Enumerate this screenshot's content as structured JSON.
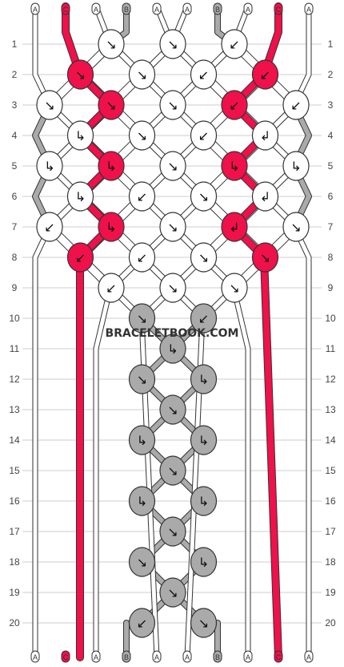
{
  "watermark": "BRACELETBOOK.COM",
  "colors": {
    "A": "#ffffff",
    "B": "#aaaaaa",
    "C": "#f0104a",
    "outline": "#333333",
    "grid": "#cccccc"
  },
  "strands_top": [
    "A",
    "C",
    "A",
    "B",
    "A",
    "A",
    "B",
    "A",
    "C",
    "A"
  ],
  "strands_bottom": [
    "A",
    "C",
    "A",
    "B",
    "A",
    "A",
    "B",
    "A",
    "C",
    "A"
  ],
  "row_numbers": [
    "1",
    "2",
    "3",
    "4",
    "5",
    "6",
    "7",
    "8",
    "9",
    "10",
    "11",
    "12",
    "13",
    "14",
    "15",
    "16",
    "17",
    "18",
    "19",
    "20"
  ],
  "knot_rows": [
    [
      {
        "c": "A",
        "d": "↘"
      },
      {
        "c": "A",
        "d": "↘"
      },
      {
        "c": "A",
        "d": "↙"
      }
    ],
    [
      {
        "c": "C",
        "d": "↘"
      },
      {
        "c": "A",
        "d": "↘"
      },
      {
        "c": "A",
        "d": "↙"
      },
      {
        "c": "C",
        "d": "↙"
      }
    ],
    [
      {
        "c": "A",
        "d": "↘"
      },
      {
        "c": "C",
        "d": "↘"
      },
      {
        "c": "A",
        "d": "↘"
      },
      {
        "c": "C",
        "d": "↙"
      },
      {
        "c": "A",
        "d": "↙"
      }
    ],
    [
      {
        "c": "A",
        "d": "↳"
      },
      {
        "c": "A",
        "d": "↘"
      },
      {
        "c": "A",
        "d": "↙"
      },
      {
        "c": "A",
        "d": "↲"
      }
    ],
    [
      {
        "c": "A",
        "d": "↳"
      },
      {
        "c": "C",
        "d": "↳"
      },
      {
        "c": "A",
        "d": "↘"
      },
      {
        "c": "C",
        "d": "↳"
      },
      {
        "c": "A",
        "d": "↳"
      }
    ],
    [
      {
        "c": "A",
        "d": "↳"
      },
      {
        "c": "A",
        "d": "↙"
      },
      {
        "c": "A",
        "d": "↘"
      },
      {
        "c": "A",
        "d": "↲"
      }
    ],
    [
      {
        "c": "A",
        "d": "↙"
      },
      {
        "c": "C",
        "d": "↳"
      },
      {
        "c": "A",
        "d": "↘"
      },
      {
        "c": "C",
        "d": "↲"
      },
      {
        "c": "A",
        "d": "↘"
      }
    ],
    [
      {
        "c": "C",
        "d": "↙"
      },
      {
        "c": "A",
        "d": "↙"
      },
      {
        "c": "A",
        "d": "↘"
      },
      {
        "c": "C",
        "d": "↘"
      }
    ],
    [
      {
        "c": "A",
        "d": "↙"
      },
      {
        "c": "A",
        "d": "↘"
      },
      {
        "c": "A",
        "d": "↘"
      }
    ],
    [
      {
        "c": "B",
        "d": "↘"
      },
      {
        "c": "B",
        "d": "↙"
      }
    ],
    [
      {
        "c": "B",
        "d": "↳"
      }
    ],
    [
      {
        "c": "B",
        "d": "↘"
      },
      {
        "c": "B",
        "d": "↳"
      }
    ],
    [
      {
        "c": "B",
        "d": "↘"
      }
    ],
    [
      {
        "c": "B",
        "d": "↳"
      },
      {
        "c": "B",
        "d": "↳"
      }
    ],
    [
      {
        "c": "B",
        "d": "↘"
      }
    ],
    [
      {
        "c": "B",
        "d": "↳"
      },
      {
        "c": "B",
        "d": "↳"
      }
    ],
    [
      {
        "c": "B",
        "d": "↘"
      }
    ],
    [
      {
        "c": "B",
        "d": "↘"
      },
      {
        "c": "B",
        "d": "↳"
      }
    ],
    [
      {
        "c": "B",
        "d": "↘"
      }
    ],
    [
      {
        "c": "B",
        "d": "↙"
      },
      {
        "c": "B",
        "d": "↘"
      }
    ]
  ]
}
